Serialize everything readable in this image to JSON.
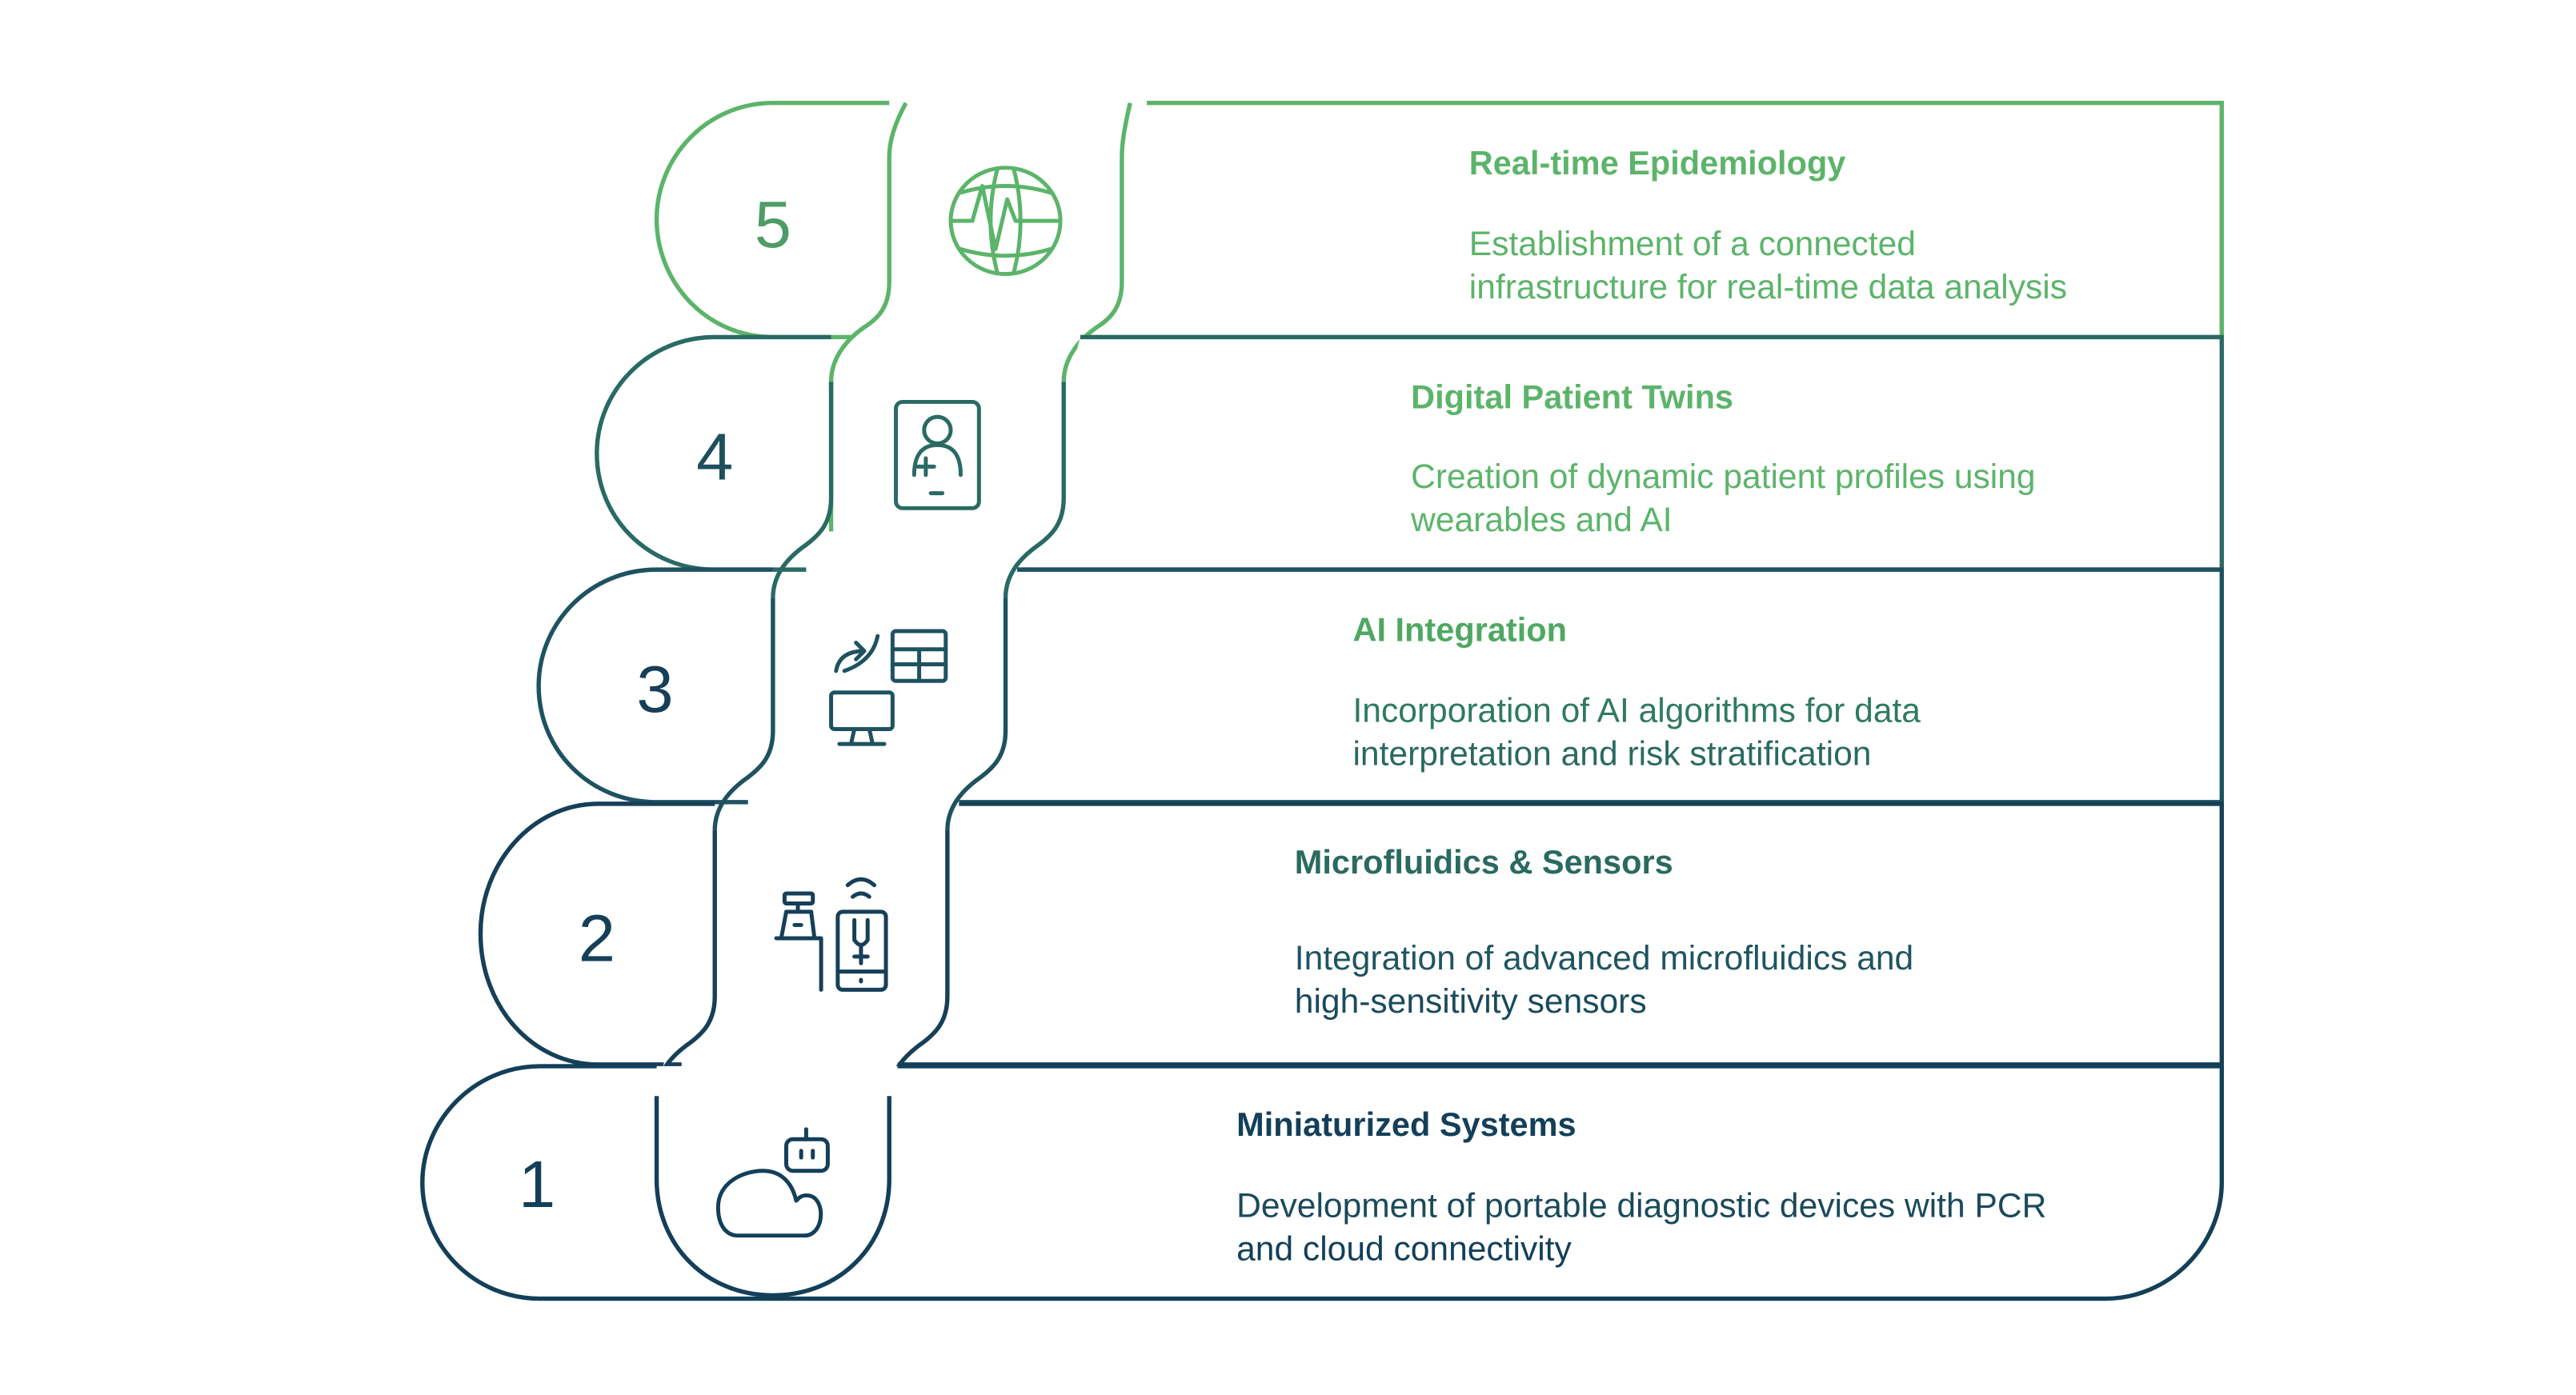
{
  "colors": {
    "dark": "#133f59",
    "green": "#5cb46a",
    "teal": "#2a6a64"
  },
  "steps": [
    {
      "number": "1",
      "title": "Miniaturized Systems",
      "description": [
        "Development of portable diagnostic devices with PCR",
        "and cloud connectivity"
      ],
      "icon": "cloud-robot-icon"
    },
    {
      "number": "2",
      "title": "Microfluidics & Sensors",
      "description": [
        "Integration of advanced microfluidics and",
        "high-sensitivity sensors"
      ],
      "icon": "sensor-device-icon"
    },
    {
      "number": "3",
      "title": "AI Integration",
      "description": [
        "Incorporation of AI algorithms for data",
        "interpretation and risk stratification"
      ],
      "icon": "computer-data-icon"
    },
    {
      "number": "4",
      "title": "Digital Patient Twins",
      "description": [
        "Creation of dynamic patient profiles using",
        "wearables and AI"
      ],
      "icon": "patient-profile-icon"
    },
    {
      "number": "5",
      "title": "Real-time Epidemiology",
      "description": [
        "Establishment of a connected",
        "infrastructure for real-time data analysis"
      ],
      "icon": "globe-pulse-icon"
    }
  ]
}
